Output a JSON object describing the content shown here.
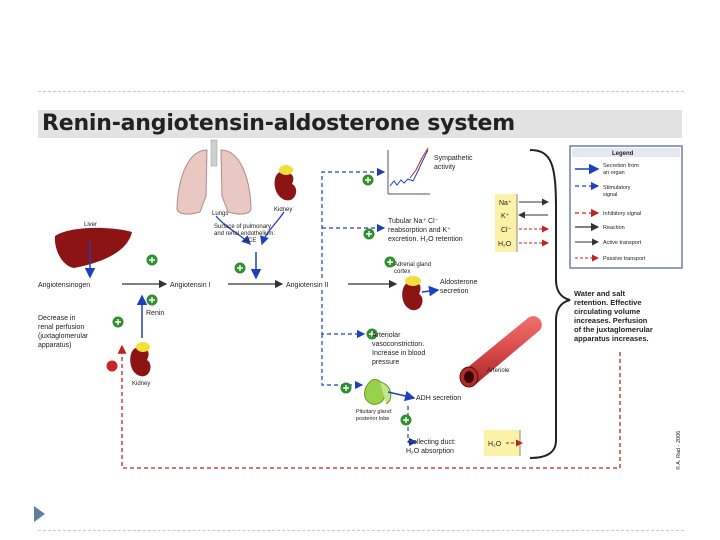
{
  "title": "Renin-angiotensin-aldosterone system",
  "labels": {
    "liver": "Liver",
    "lungs": "Lungs",
    "kidney_top": "Kidney",
    "kidney_bottom": "Kidney",
    "surface": [
      "Surface of pulmonary",
      "and renal endothelium:",
      "ACE"
    ],
    "angiotensinogen": "Angiotensinogen",
    "angiotensin1": "Angiotensin I",
    "angiotensin2": "Angiotensin II",
    "renin": "Renin",
    "decrease": [
      "Decrease in",
      "renal perfusion",
      "(juxtaglomerular",
      "apparatus)"
    ],
    "sympathetic": [
      "Sympathetic",
      "activity"
    ],
    "tubular": [
      "Tubular Na⁺ Cl⁻",
      "reabsorption and K⁺",
      "excretion. H₂O retention"
    ],
    "adrenal": [
      "Adrenal gland",
      "cortex"
    ],
    "aldosterone": [
      "Aldosterone",
      "secretion"
    ],
    "arteriolar": [
      "Arteriolar",
      "vasoconstriction.",
      "Increase in blood",
      "pressure"
    ],
    "arteriole": "Arteriole",
    "adh": "ADH secretion",
    "pituitary": [
      "Pituitary gland:",
      "posterior lobe"
    ],
    "collecting": [
      "Collecting duct:",
      "H₂O absorption"
    ],
    "ions": [
      "Na⁺",
      "K⁺",
      "Cl⁻",
      "H₂O"
    ],
    "h2o_box": "H₂O",
    "water_salt": [
      "Water and salt",
      "retention. Effective",
      "circulating volume",
      "increases. Perfusion",
      "of the juxtaglomerular",
      "apparatus increases."
    ],
    "copyright": "© A. Rad - 2006"
  },
  "legend": {
    "title": "Legend",
    "items": [
      "Secretion from",
      "an organ",
      "Stimulatory",
      "signal",
      "Inhibitory signal",
      "Reaction",
      "Active transport",
      "Passive transport"
    ]
  },
  "colors": {
    "blue": "#1f3fbf",
    "red_dashed": "#c0231e",
    "organ_red": "#8c1414",
    "stim_green": "#2f8f2f",
    "inhib_red": "#c62828",
    "yellow": "#fbf2a8",
    "title_bg": "#e2e2e2",
    "nav_arrow": "#5f7ea0"
  }
}
